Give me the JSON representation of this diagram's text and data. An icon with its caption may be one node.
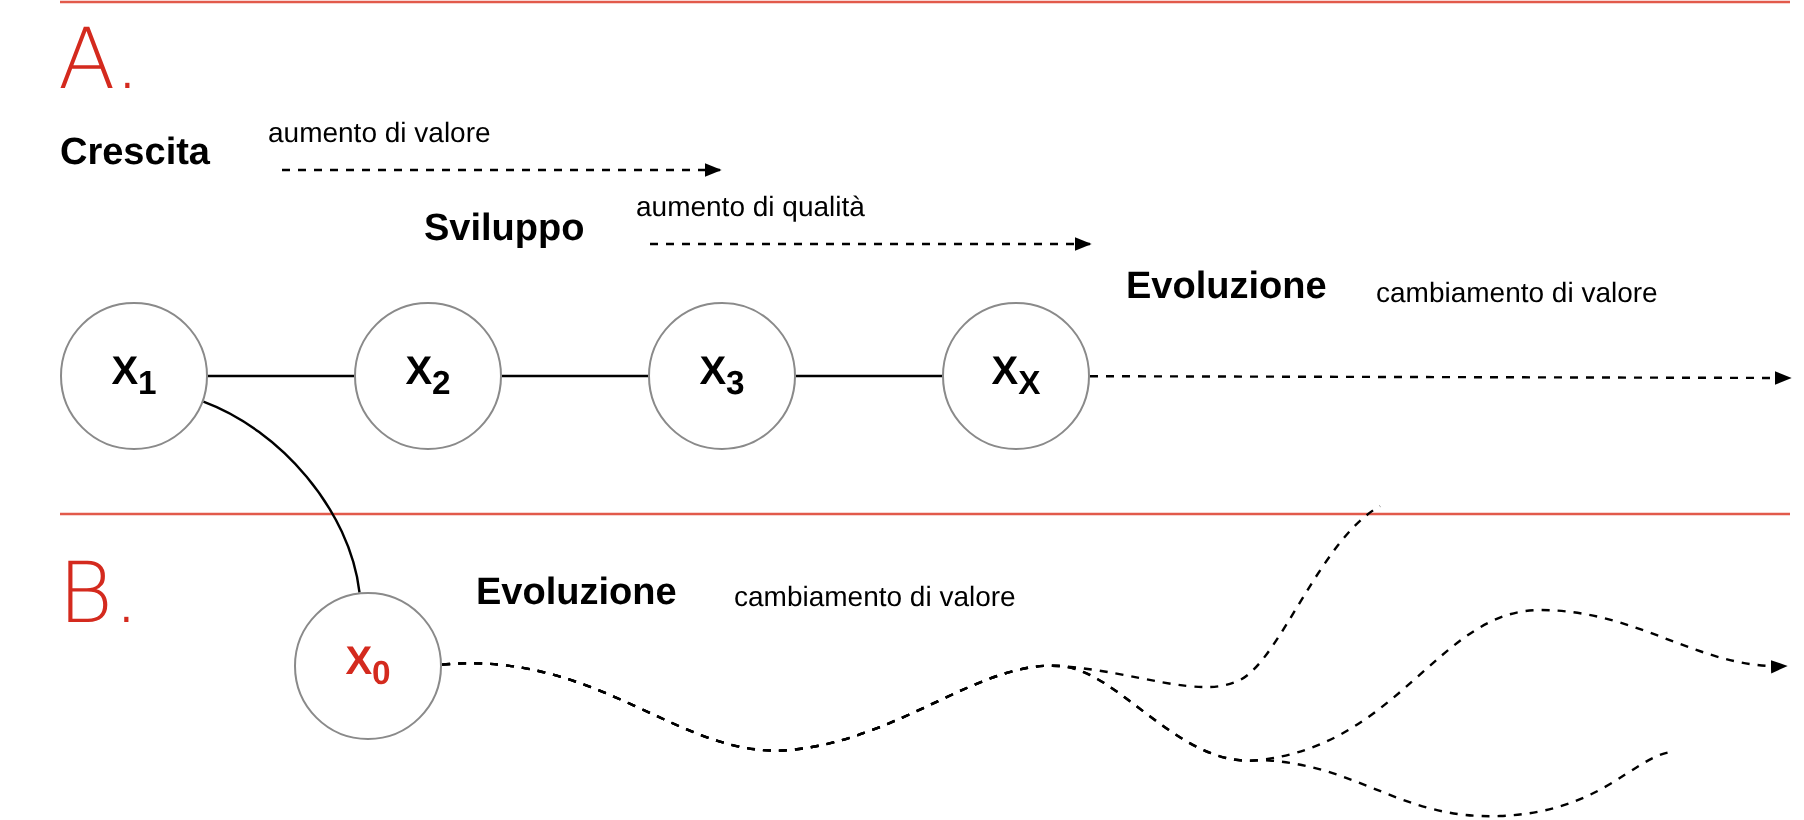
{
  "diagram": {
    "nodes": [
      {
        "text": [
          "X$_{1}$"
        ]
      },
      {
        "text": [
          "X$_{2}$"
        ]
      },
      {
        "text": [
          "X$_{3}$"
        ]
      },
      {
        "text": [
          "X$_{X}$"
        ]
      },
      {
        "text": [
          "X$_{0}$"
        ]
      }
    ],
    "edges": [
      {
        "from": 0,
        "to": 1,
        "arrow": "none"
      },
      {
        "from": 1,
        "to": 2,
        "arrow": "none"
      },
      {
        "from": 2,
        "to": 3,
        "arrow": "none"
      },
      {
        "from": 3,
        "to": null,
        "arrow": "to",
        "style": "dashed"
      },
      {
        "from": 0,
        "to": 4,
        "arrow": "none"
      },
      {
        "from": 4,
        "to": null,
        "arrow": "none",
        "style": "dashed"
      },
      {
        "from": 4,
        "to": null,
        "arrow": "to",
        "style": "dashed"
      },
      {
        "from": 4,
        "to": null,
        "arrow": "none",
        "style": "dashed"
      }
    ],
    "labels": [
      "A.",
      "Crescita",
      "aumento di valore",
      "Sviluppo",
      "aumento di qualità",
      "Evoluzione",
      "cambiamento di valore",
      "B.",
      "Evoluzione",
      "cambiamento di valore"
    ]
  }
}
